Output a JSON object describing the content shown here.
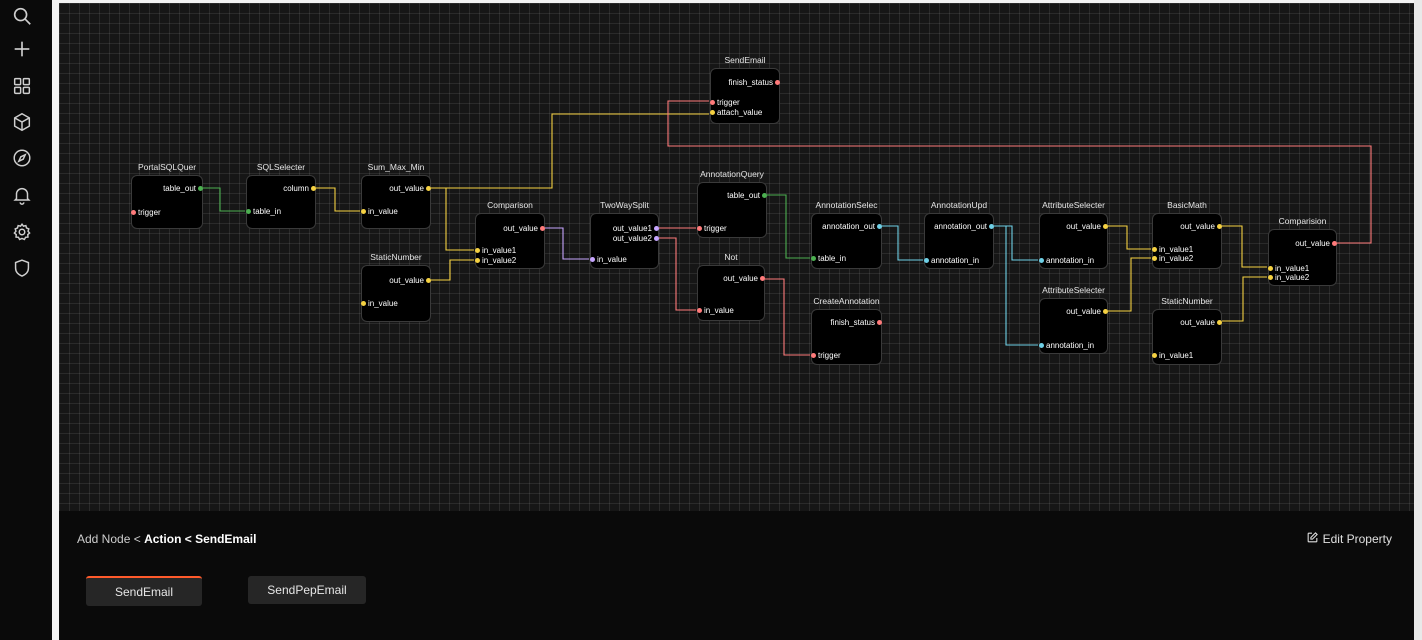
{
  "colors": {
    "trigger": "#ff7b7b",
    "table": "#4caf50",
    "value": "#f5d142",
    "annotation": "#6fd0e6",
    "split": "#c7a6ff",
    "accent": "#ff5a2b"
  },
  "sidebar": {
    "icons": [
      "search-icon",
      "plus-icon",
      "grid-icon",
      "cube-icon",
      "compass-icon",
      "bell-icon",
      "gear-icon",
      "shield-icon"
    ]
  },
  "nodes": [
    {
      "title": "SendEmail",
      "outputs": [
        "finish_status"
      ],
      "inputs": [
        "trigger",
        "attach_value"
      ]
    },
    {
      "title": "PortalSQLQuer",
      "outputs": [
        "table_out"
      ],
      "inputs": [
        "trigger"
      ]
    },
    {
      "title": "SQLSelecter",
      "outputs": [
        "column"
      ],
      "inputs": [
        "table_in"
      ]
    },
    {
      "title": "Sum_Max_Min",
      "outputs": [
        "out_value"
      ],
      "inputs": [
        "in_value"
      ]
    },
    {
      "title": "StaticNumber",
      "outputs": [
        "out_value"
      ],
      "inputs": [
        "in_value"
      ]
    },
    {
      "title": "Comparison",
      "outputs": [
        "out_value"
      ],
      "inputs": [
        "in_value1",
        "in_value2"
      ]
    },
    {
      "title": "TwoWaySplit",
      "outputs": [
        "out_value1",
        "out_value2"
      ],
      "inputs": [
        "in_value"
      ]
    },
    {
      "title": "AnnotationQuery",
      "outputs": [
        "table_out"
      ],
      "inputs": [
        "trigger"
      ]
    },
    {
      "title": "Not",
      "outputs": [
        "out_value"
      ],
      "inputs": [
        "in_value"
      ]
    },
    {
      "title": "AnnotationSelec",
      "outputs": [
        "annotation_out"
      ],
      "inputs": [
        "table_in"
      ]
    },
    {
      "title": "CreateAnnotation",
      "outputs": [
        "finish_status"
      ],
      "inputs": [
        "trigger"
      ]
    },
    {
      "title": "AnnotationUpd",
      "outputs": [
        "annotation_out"
      ],
      "inputs": [
        "annotation_in"
      ]
    },
    {
      "title": "AttributeSelecter",
      "outputs": [
        "out_value"
      ],
      "inputs": [
        "annotation_in"
      ]
    },
    {
      "title": "AttributeSelecter",
      "outputs": [
        "out_value"
      ],
      "inputs": [
        "annotation_in"
      ]
    },
    {
      "title": "BasicMath",
      "outputs": [
        "out_value"
      ],
      "inputs": [
        "in_value1",
        "in_value2"
      ]
    },
    {
      "title": "StaticNumber",
      "outputs": [
        "out_value"
      ],
      "inputs": [
        "in_value1"
      ]
    },
    {
      "title": "Comparision",
      "outputs": [
        "out_value"
      ],
      "inputs": [
        "in_value1",
        "in_value2"
      ]
    }
  ],
  "breadcrumb": {
    "part1": "Add Node < ",
    "part2": "Action < SendEmail"
  },
  "edit_property": "Edit Property",
  "tabs": [
    "SendEmail",
    "SendPepEmail"
  ]
}
